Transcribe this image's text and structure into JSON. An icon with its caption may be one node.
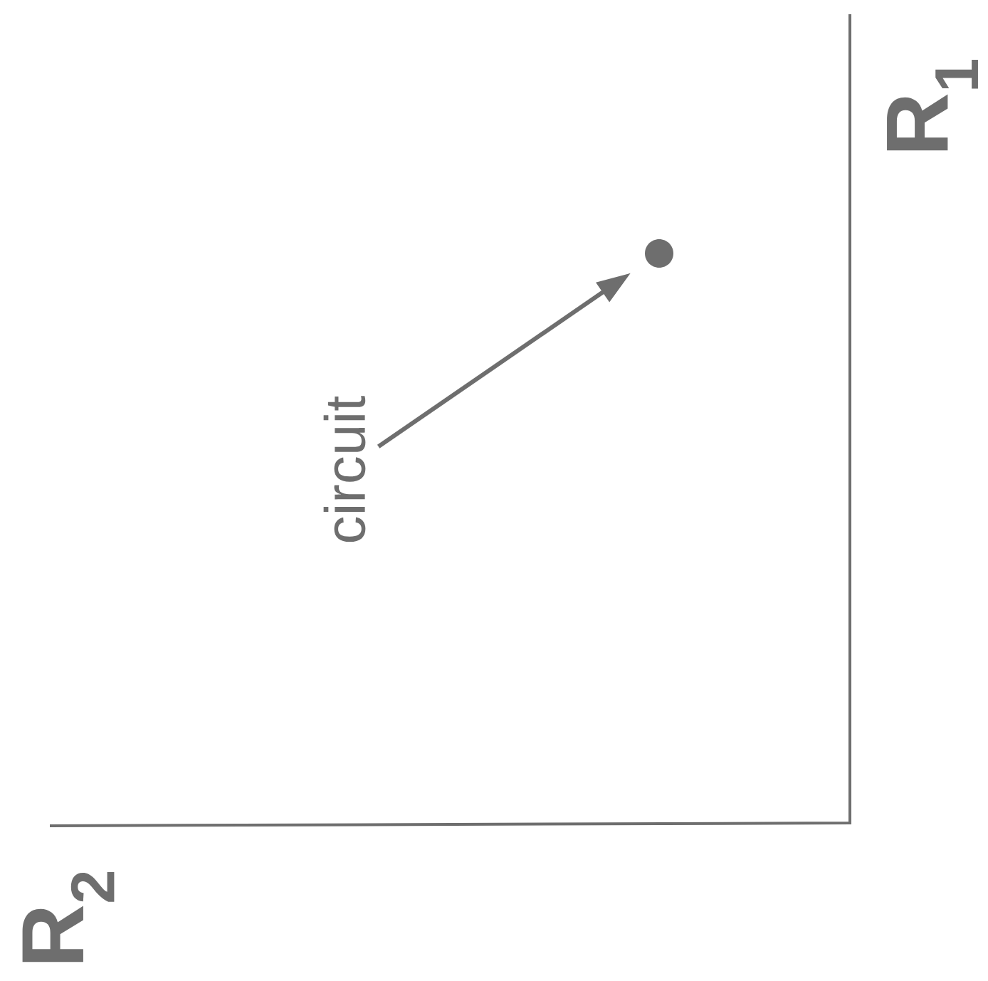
{
  "diagram": {
    "nodes": [
      {
        "text": [
          "circuit"
        ]
      },
      {
        "text": [],
        "shape": "circle"
      }
    ],
    "edges": [
      {
        "from": 0,
        "to": 1,
        "arrow": "to"
      }
    ],
    "labels": [
      "R$_{1}$",
      "R$_{2}$"
    ]
  }
}
